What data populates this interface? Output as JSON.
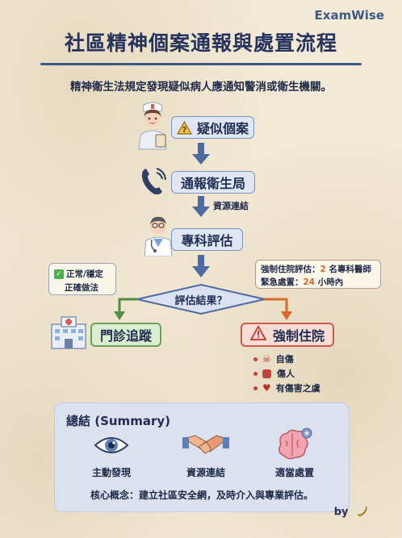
{
  "brand": "ExamWise",
  "title": "社區精神個案通報與處置流程",
  "subtitle": "精神衛生法規定發現疑似病人應通知警消或衛生機關。",
  "steps": {
    "suspect": "疑似個案",
    "report": "通報衛生局",
    "resource_link": "資源連結",
    "assess": "專科評估",
    "result": "評估結果？"
  },
  "left_branch": {
    "note_line1": "正常/穩定",
    "note_line2": "正確做法",
    "box": "門診追蹤"
  },
  "right_branch": {
    "note_prefix1": "強制住院評估：",
    "note_num1": "2",
    "note_suffix1": " 名專科醫師",
    "note_prefix2": "緊急處置：",
    "note_num2": "24",
    "note_suffix2": " 小時內",
    "box": "強制住院",
    "reasons": [
      "自傷",
      "傷人",
      "有傷害之虞"
    ]
  },
  "summary": {
    "title": "總結 (Summary)",
    "items": [
      "主動發現",
      "資源連結",
      "適當處置"
    ],
    "core": "核心概念：建立社區安全網，及時介入與專業評估。"
  },
  "footer": "by",
  "colors": {
    "navy": "#26335c",
    "accent_blue": "#4e6aa1",
    "green": "#4f8f3e",
    "orange": "#d96a2b",
    "red": "#d25a4a"
  }
}
